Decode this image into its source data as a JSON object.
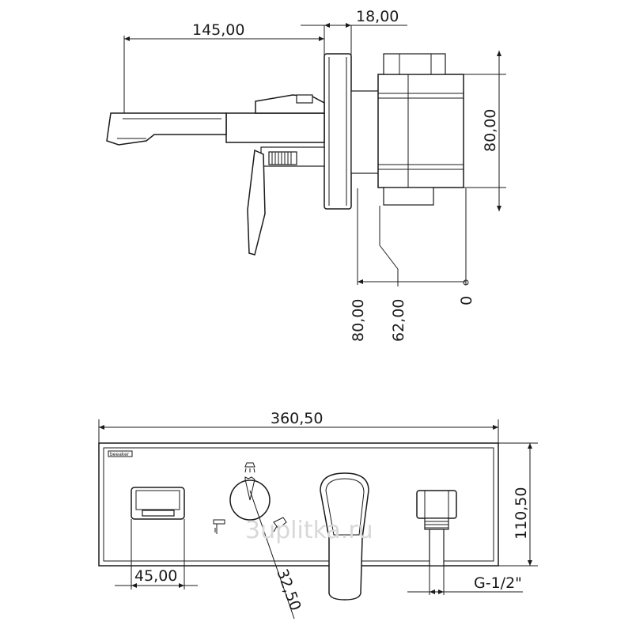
{
  "side_view": {
    "dims": {
      "spout_length": "145,00",
      "plate_thickness": "18,00",
      "body_height": "80,00",
      "depth_max": "80,00",
      "depth_min": "62,00",
      "zero": "0"
    }
  },
  "front_view": {
    "dims": {
      "plate_width": "360,50",
      "plate_height": "110,50",
      "spout_width": "45,00",
      "diverter_diameter": "32,50",
      "thread": "G-1/2\""
    },
    "brand_label": "beeaker"
  },
  "watermark": "3uplitka.ru"
}
